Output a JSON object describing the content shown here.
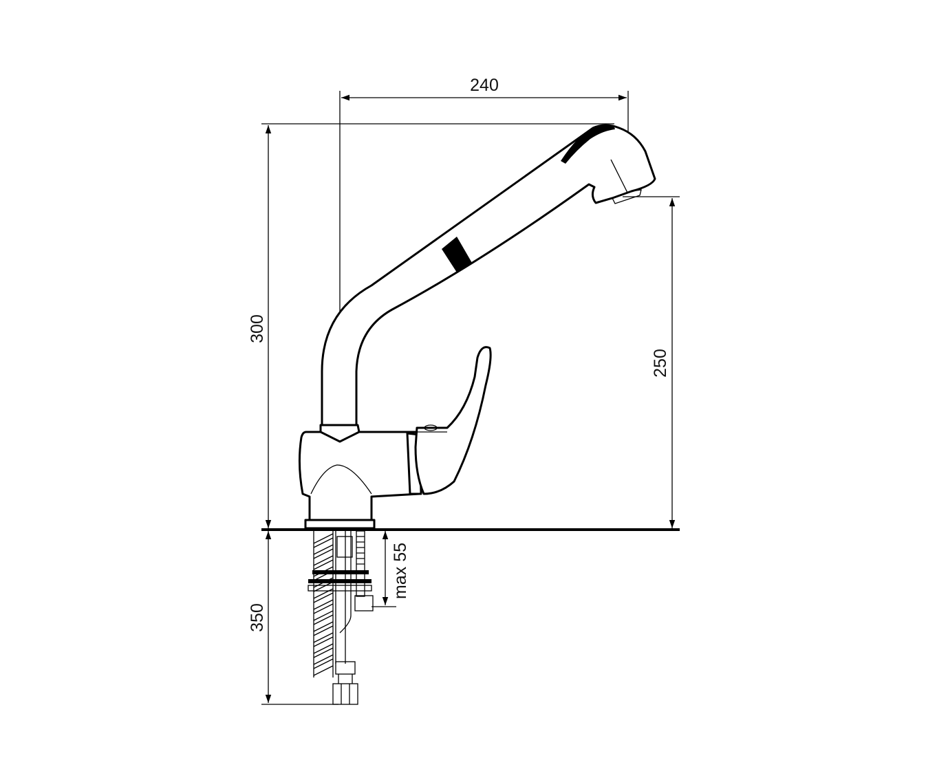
{
  "dimensions": {
    "spout_reach": "240",
    "total_height": "300",
    "spout_height": "250",
    "below_counter_hose": "350",
    "max_mounting_thickness": "max 55"
  }
}
